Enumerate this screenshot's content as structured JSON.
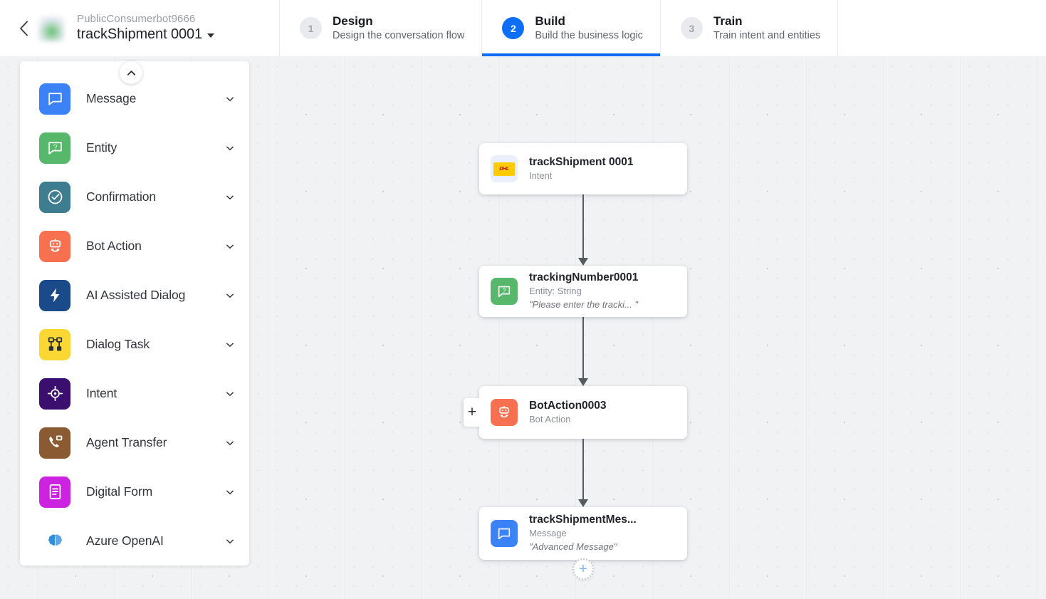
{
  "header": {
    "back_icon": "chevron-left-icon",
    "avatar": "bot-avatar",
    "bot_name": "PublicConsumerbot9666",
    "task_name": "trackShipment 0001",
    "task_dropdown_icon": "caret-down-icon",
    "steps": [
      {
        "number": "1",
        "title": "Design",
        "subtitle": "Design the conversation flow",
        "active": false
      },
      {
        "number": "2",
        "title": "Build",
        "subtitle": "Build the business logic",
        "active": true
      },
      {
        "number": "3",
        "title": "Train",
        "subtitle": "Train intent and entities",
        "active": false
      }
    ]
  },
  "palette": {
    "collapse_icon": "chevron-up-icon",
    "items": [
      {
        "label": "Message",
        "icon": "message-bubble-icon",
        "color": "#3b82f6",
        "chevron": "chevron-down-icon"
      },
      {
        "label": "Entity",
        "icon": "entity-question-icon",
        "color": "#57b76a",
        "chevron": "chevron-down-icon"
      },
      {
        "label": "Confirmation",
        "icon": "check-circle-icon",
        "color": "#3e7c90",
        "chevron": "chevron-down-icon"
      },
      {
        "label": "Bot Action",
        "icon": "robot-icon",
        "color": "#f77150",
        "chevron": "chevron-down-icon"
      },
      {
        "label": "AI Assisted Dialog",
        "icon": "lightning-bolt-icon",
        "color": "#1b4a8a",
        "chevron": "chevron-down-icon"
      },
      {
        "label": "Dialog Task",
        "icon": "dialog-task-icon",
        "color": "#fad732",
        "chevron": "chevron-down-icon"
      },
      {
        "label": "Intent",
        "icon": "crosshair-icon",
        "color": "#3b0f6f",
        "chevron": "chevron-down-icon"
      },
      {
        "label": "Agent Transfer",
        "icon": "phone-transfer-icon",
        "color": "#8a5a33",
        "chevron": "chevron-down-icon"
      },
      {
        "label": "Digital Form",
        "icon": "document-form-icon",
        "color": "#cc23e0",
        "chevron": "chevron-down-icon"
      },
      {
        "label": "Azure OpenAI",
        "icon": "brain-icon",
        "color": "#1f84d8",
        "chevron": "chevron-down-icon"
      }
    ]
  },
  "flow": {
    "nodes": [
      {
        "title": "trackShipment 0001",
        "subtitle": "Intent",
        "quote": "",
        "icon": "dhl-logo-icon",
        "color": "#fecc00",
        "has_plus": false
      },
      {
        "title": "trackingNumber0001",
        "subtitle": "Entity: String",
        "quote": "\"Please enter the tracki...  \"",
        "icon": "entity-question-icon",
        "color": "#57b76a",
        "has_plus": false
      },
      {
        "title": "BotAction0003",
        "subtitle": "Bot Action",
        "quote": "",
        "icon": "robot-icon",
        "color": "#f77150",
        "has_plus": true,
        "plus_label": "+"
      },
      {
        "title": "trackShipmentMes...",
        "subtitle": "Message",
        "quote": "\"Advanced Message\"",
        "icon": "message-bubble-icon",
        "color": "#3b82f6",
        "has_plus": false
      }
    ],
    "add_node_label": "+",
    "add_node_icon": "plus-circle-icon"
  },
  "colors": {
    "accent": "#0d6efd",
    "canvas": "#f1f2f4",
    "connector": "#555a60"
  }
}
